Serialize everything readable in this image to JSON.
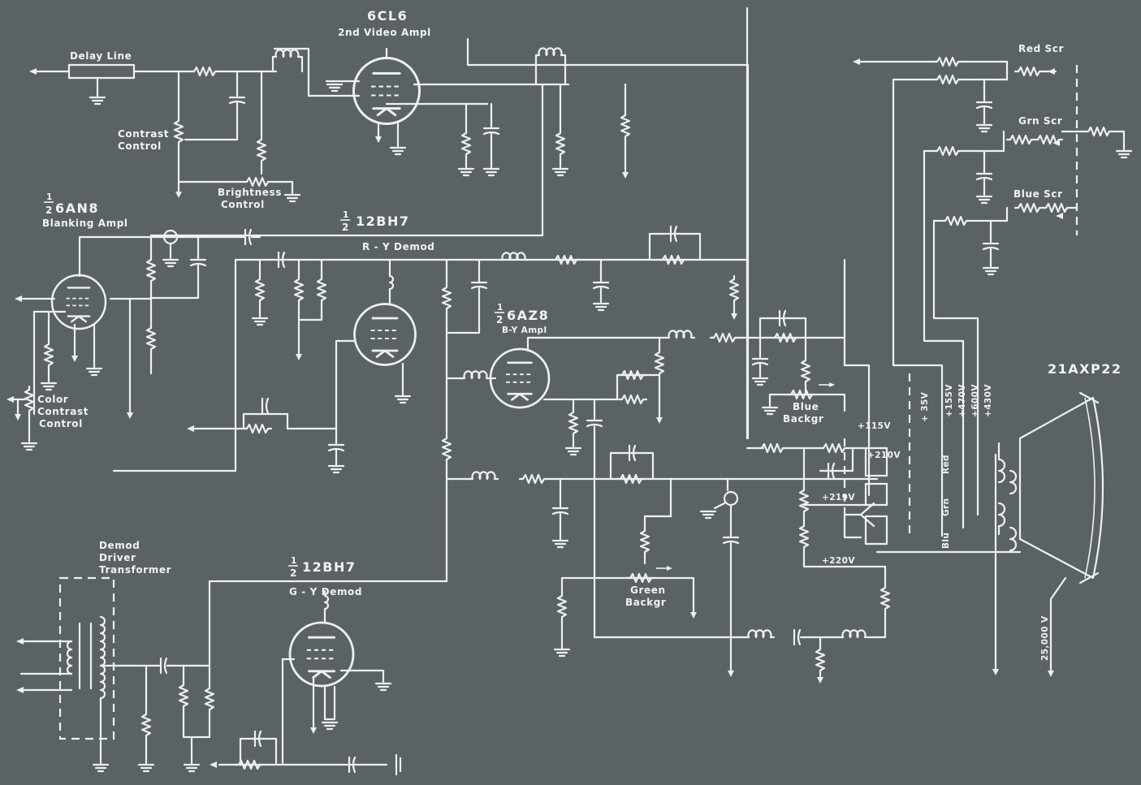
{
  "labels": {
    "delay_line": "Delay Line",
    "tube_6cl6": "6CL6",
    "video_ampl": "2nd Video Ampl",
    "contrast": "Contrast",
    "control": "Control",
    "brightness": "Brightness",
    "blanking_half": "1",
    "blanking_denominator": "2",
    "blanking_tube": "6AN8",
    "blanking_ampl": "Blanking Ampl",
    "ry_tube_num": "1",
    "ry_tube_den": "2",
    "ry_tube": "12BH7",
    "ry_demod": "R - Y  Demod",
    "by_tube_num": "1",
    "by_tube_den": "2",
    "by_tube": "6AZ8",
    "by_ampl": "B-Y Ampl",
    "color": "Color",
    "contrast2": "Contrast",
    "control3": "Control",
    "red_scr": "Red Scr",
    "grn_scr": "Grn Scr",
    "blue_scr": "Blue Scr",
    "blue": "Blue",
    "backgr": "Backgr",
    "v115": "+115V",
    "v35": "+ 35V",
    "v155": "+155V",
    "v470": "+470V",
    "v600": "+600V",
    "v430": "+430V",
    "v210": "+210V",
    "v219": "+219V",
    "v220": "+220V",
    "red": "Red",
    "grn": "Grn",
    "blu": "Blu",
    "crt": "21AXP22",
    "hv": "25,000 V",
    "green": "Green",
    "backgr2": "Backgr",
    "demod_driver_1": "Demod",
    "demod_driver_2": "Driver",
    "demod_driver_3": "Transformer",
    "gy_tube_num": "1",
    "gy_tube_den": "2",
    "gy_tube": "12BH7",
    "gy_demod": "G - Y     Demod"
  }
}
